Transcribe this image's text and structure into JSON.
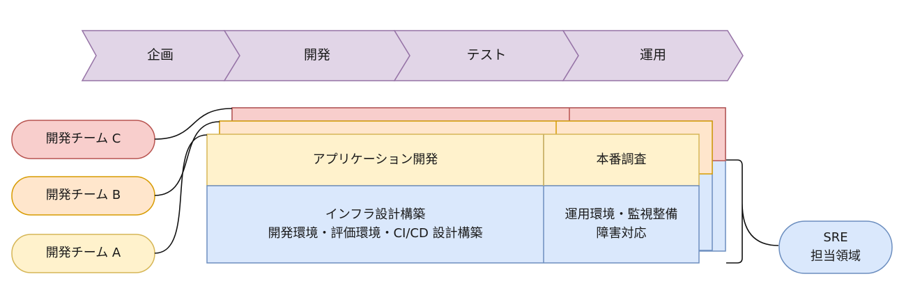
{
  "phases": [
    "企画",
    "開発",
    "テスト",
    "運用"
  ],
  "teams": {
    "c": "開発チーム C",
    "b": "開発チーム B",
    "a": "開発チーム A"
  },
  "matrix": {
    "app_dev": "アプリケーション開発",
    "prod_investigation": "本番調査",
    "infra_line1": "インフラ設計構築",
    "infra_line2": "開発環境・評価環境・CI/CD 設計構築",
    "ops_line1": "運用環境・監視整備",
    "ops_line2": "障害対応"
  },
  "sre": {
    "line1": "SRE",
    "line2": "担当領域"
  },
  "colors": {
    "phase_fill": "#e1d5e7",
    "phase_stroke": "#9673a6",
    "team_c_fill": "#f8cecc",
    "team_c_stroke": "#b85450",
    "team_b_fill": "#ffe6cc",
    "team_b_stroke": "#d79b00",
    "team_a_fill": "#fff2cc",
    "team_a_stroke": "#d6b656",
    "infra_fill": "#dae8fc",
    "infra_stroke": "#6c8ebf"
  }
}
